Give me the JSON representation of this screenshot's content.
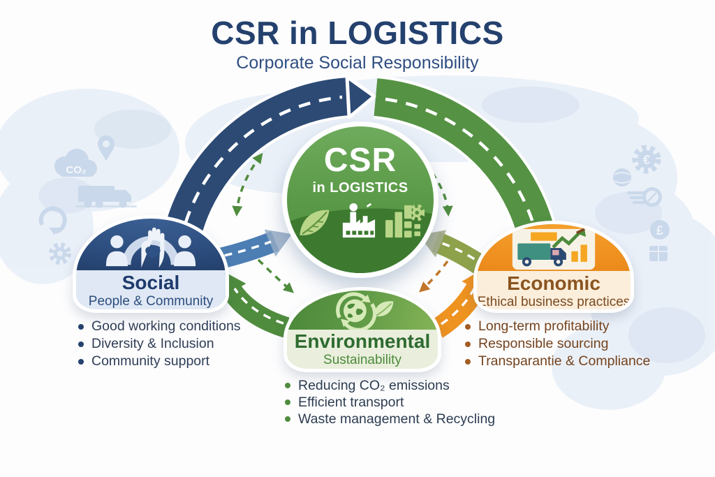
{
  "header": {
    "title": "CSR in LOGISTICS",
    "subtitle": "Corporate Social Responsibility"
  },
  "center_badge": {
    "title": "CSR",
    "subtitle": "in LOGISTICS",
    "icons": [
      "leaf-icon",
      "factory-icon",
      "bar-chart-gear-icon"
    ]
  },
  "pillars": {
    "social": {
      "title": "Social",
      "subtitle": "People & Community",
      "icon": "people-hand-heart-icon",
      "accent": "#2c4d7e",
      "panel": "#dfe8f4",
      "bullets": [
        "Good working conditions",
        "Diversity & Inclusion",
        "Community support"
      ]
    },
    "environmental": {
      "title": "Environmental",
      "subtitle": "Sustainability",
      "icon": "globe-recycle-leaf-icon",
      "accent": "#4f8c3d",
      "panel": "#e9efdc",
      "bullets": [
        "Reducing CO₂ emissions",
        "Efficient transport",
        "Waste management & Recycling"
      ]
    },
    "economic": {
      "title": "Economic",
      "subtitle": "Ethical business practices",
      "icon": "truck-growth-chart-icon",
      "accent": "#ef9020",
      "panel": "#fbeedb",
      "bullets": [
        "Long-term profitability",
        "Responsible sourcing",
        "Transparantie & Compliance"
      ]
    }
  },
  "flow_colors": {
    "blue": "#2c4a74",
    "green": "#559244",
    "light_blue": "#4c7eb4",
    "olive": "#8ea24b",
    "orange": "#ee9220",
    "dashed_green": "#4f8c3d",
    "dashed_orange": "#c0762b"
  },
  "watermark_labels": {
    "co2": "CO₂",
    "euro": "€",
    "pound": "£"
  }
}
